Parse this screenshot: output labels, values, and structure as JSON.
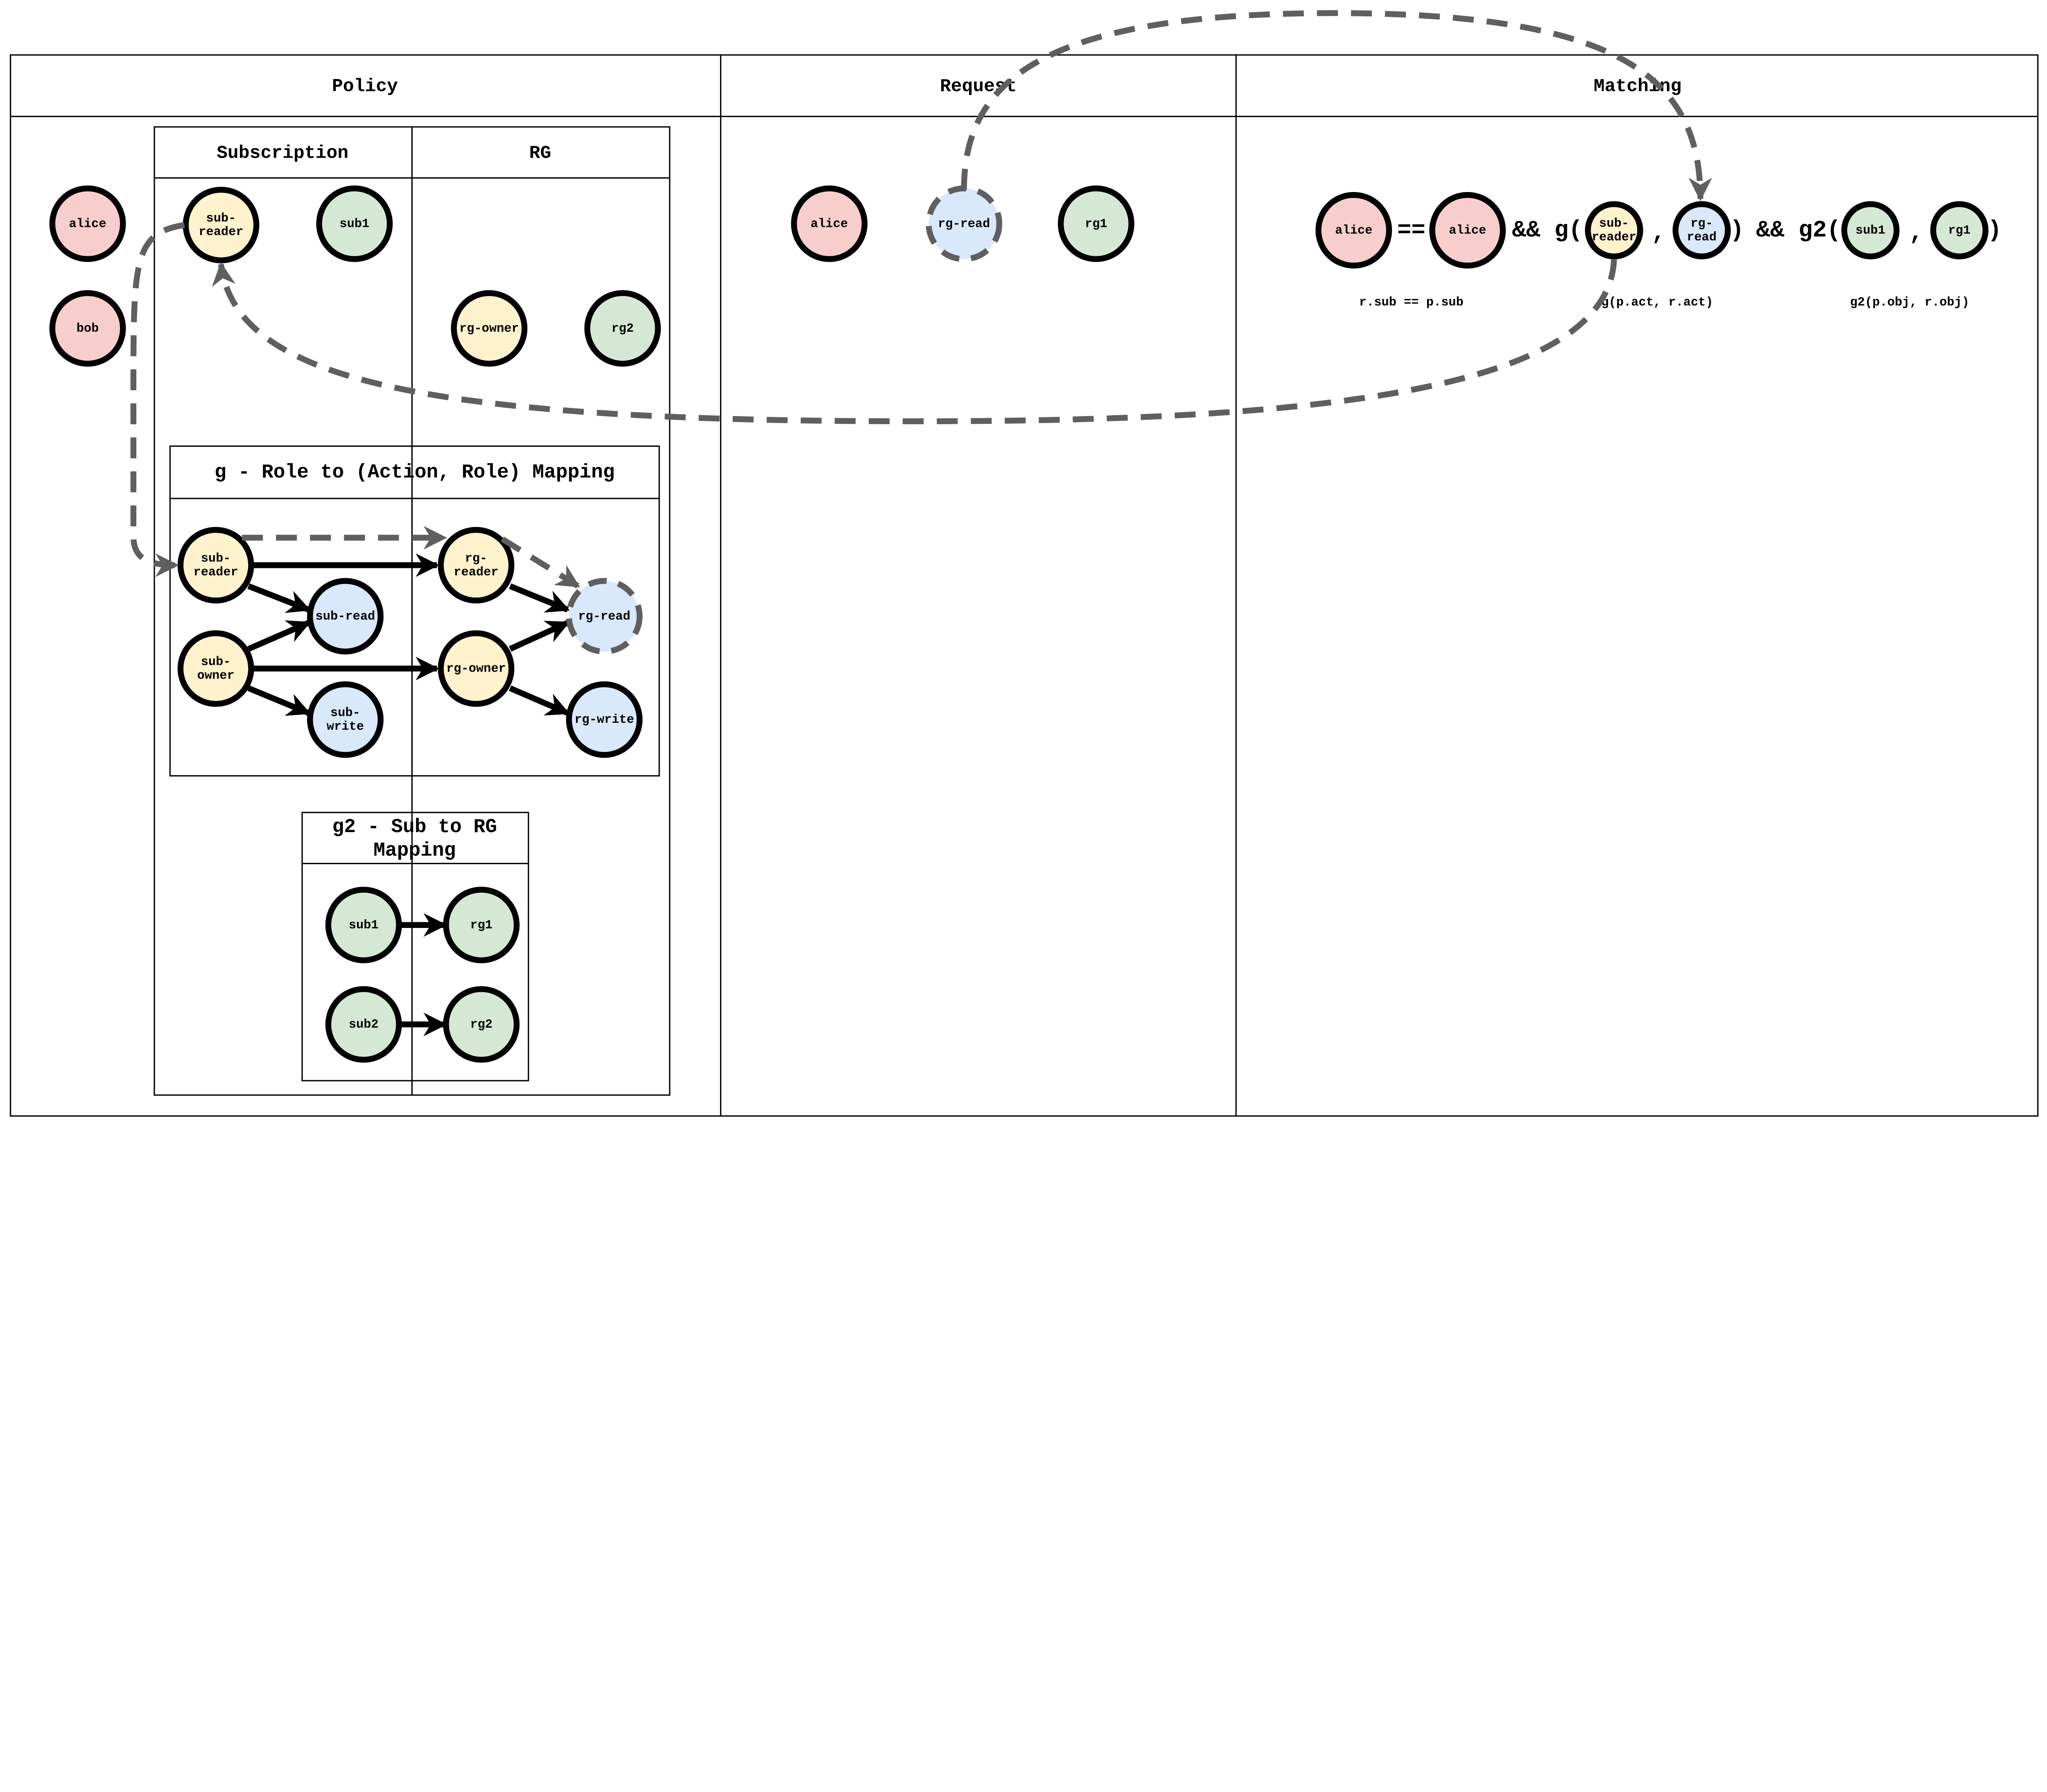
{
  "colors": {
    "pink": "#f8cecc",
    "yellow": "#fff2cc",
    "blue": "#dae8fc",
    "green": "#d5e8d4",
    "dashed_gray": "#5f5f5f"
  },
  "lanes": {
    "policy": "Policy",
    "request": "Request",
    "matching": "Matching"
  },
  "policy": {
    "users": [
      "alice",
      "bob"
    ],
    "pool": {
      "subscription": "Subscription",
      "rg": "RG"
    },
    "sub_nodes": [
      "sub-\nreader",
      "sub1"
    ],
    "rg_nodes": [
      "rg-owner",
      "rg2"
    ],
    "g_box": {
      "title": "g - Role to (Action, Role) Mapping",
      "nodes": {
        "sub_reader": "sub-\nreader",
        "sub_owner": "sub-\nowner",
        "sub_read": "sub-read",
        "sub_write": "sub-\nwrite",
        "rg_reader": "rg-\nreader",
        "rg_owner": "rg-owner",
        "rg_read": "rg-read",
        "rg_write": "rg-write"
      }
    },
    "g2_box": {
      "title_line1": "g2 - Sub to RG",
      "title_line2": "Mapping",
      "nodes": {
        "sub1": "sub1",
        "rg1": "rg1",
        "sub2": "sub2",
        "rg2": "rg2"
      }
    }
  },
  "request": {
    "sub": "alice",
    "act": "rg-read",
    "obj": "rg1"
  },
  "matching": {
    "left": "alice",
    "eq": "==",
    "right": "alice",
    "and_g": "&& g(",
    "g_arg1": "sub-\nreader",
    "comma": ",",
    "g_arg2": "rg-\nread",
    "close": ")",
    "and_g2": "&& g2(",
    "g2_arg1": "sub1",
    "g2_arg2": "rg1",
    "label_sub": "r.sub == p.sub",
    "label_g": "g(p.act, r.act)",
    "label_g2": "g2(p.obj, r.obj)"
  }
}
